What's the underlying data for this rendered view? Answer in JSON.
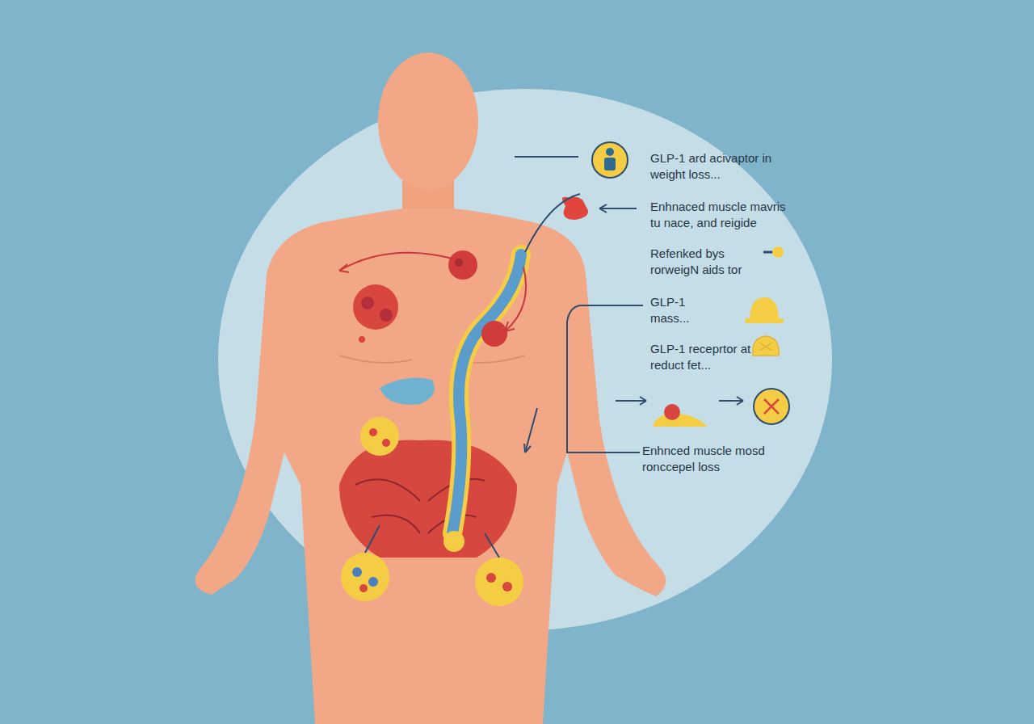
{
  "diagram": {
    "labels": [
      "GLP-1 ard acivaptor in weight loss...",
      "Enhnaced muscle mavris tu nace, and reigide",
      "Refenked bys rorweigN aids tor",
      "GLP-1 mass...",
      "GLP-1 receprtor at reduct fet...",
      "Enhnced muscle mosd ronccepel loss"
    ]
  }
}
